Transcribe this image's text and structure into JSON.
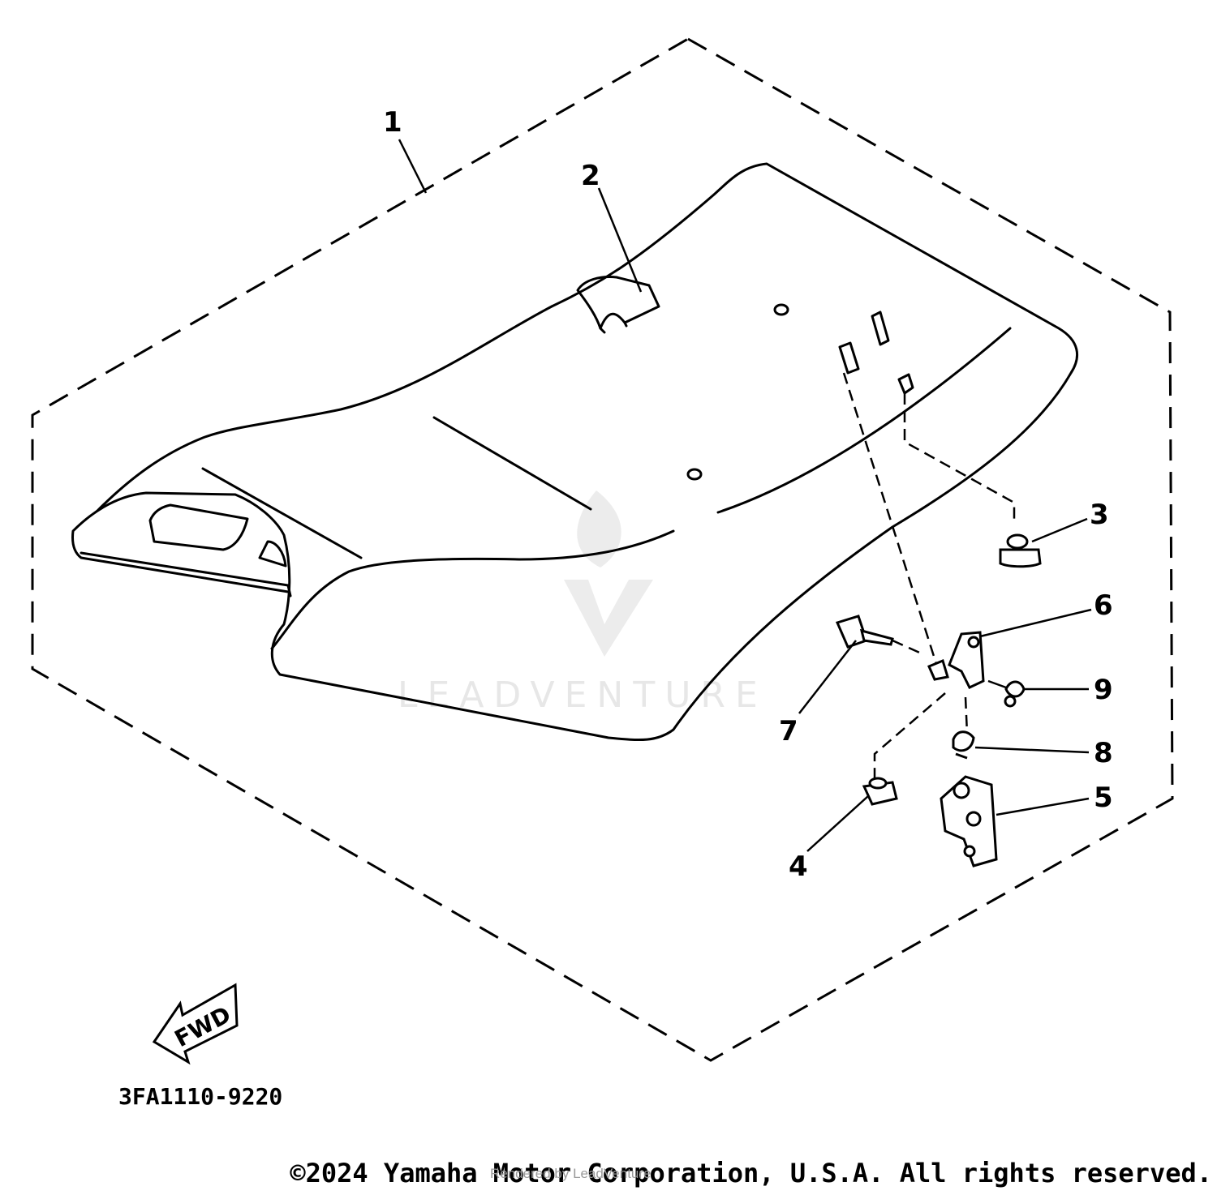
{
  "diagram": {
    "callouts": [
      {
        "id": "1",
        "label": "1"
      },
      {
        "id": "2",
        "label": "2"
      },
      {
        "id": "3",
        "label": "3"
      },
      {
        "id": "4",
        "label": "4"
      },
      {
        "id": "5",
        "label": "5"
      },
      {
        "id": "6",
        "label": "6"
      },
      {
        "id": "7",
        "label": "7"
      },
      {
        "id": "8",
        "label": "8"
      },
      {
        "id": "9",
        "label": "9"
      }
    ],
    "fwd_label": "FWD",
    "part_number": "3FA1110-9220"
  },
  "watermark": {
    "text": "LEADVENTURE"
  },
  "footer": {
    "copyright": "©2024 Yamaha Motor Corporation, U.S.A. All rights reserved.",
    "pdf_credit": "Rendered by LeadVenture"
  },
  "colors": {
    "line": "#000000",
    "background": "#ffffff",
    "watermark": "#e7e7e7"
  }
}
